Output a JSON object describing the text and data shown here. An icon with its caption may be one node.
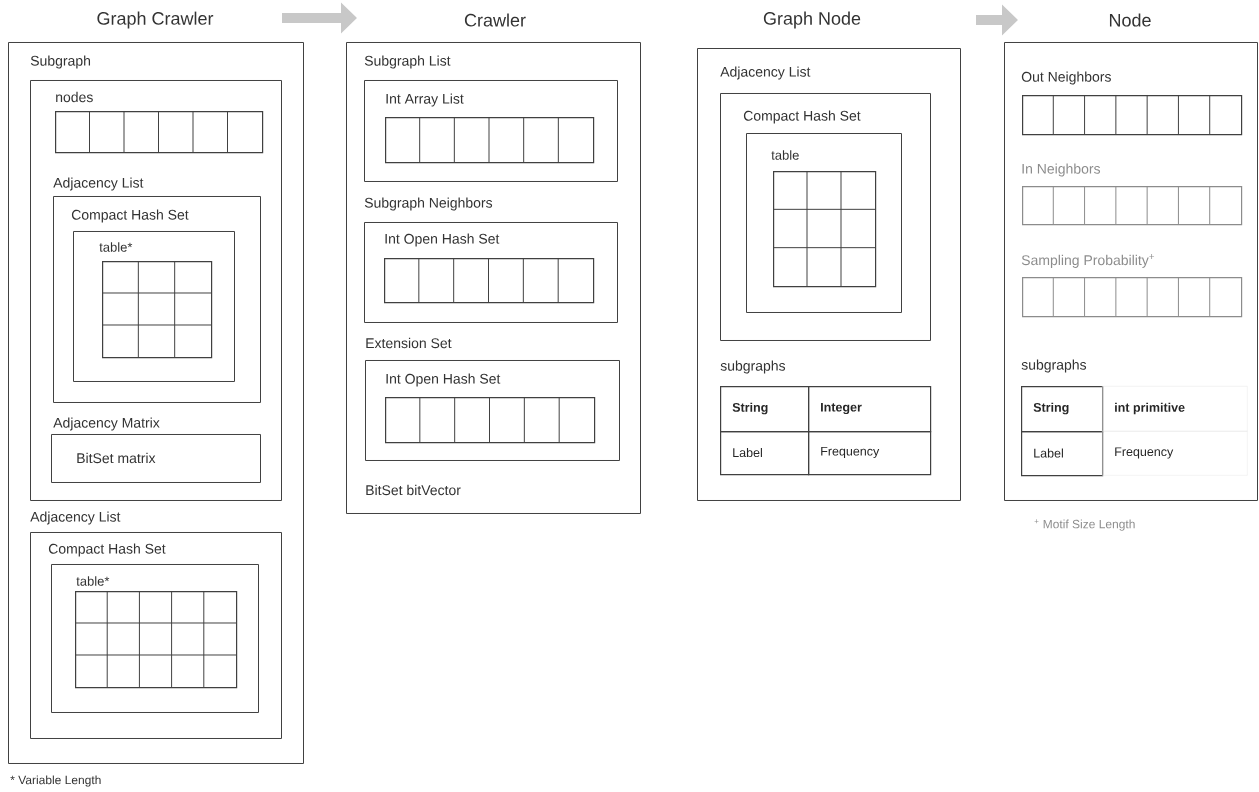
{
  "diagram": {
    "nodes": [
      {
        "text": [
          "Graph Crawler"
        ]
      },
      {
        "text": [
          "Subgraph"
        ],
        "in": 0
      },
      {
        "text": [
          "nodes"
        ],
        "in": 1
      },
      {
        "text": [
          "Adjacency List"
        ],
        "in": 1
      },
      {
        "text": [
          "Compact Hash Set"
        ],
        "in": 3
      },
      {
        "text": [
          "table*"
        ],
        "in": 4
      },
      {
        "text": [
          "Adjacency Matrix",
          "BitSet matrix"
        ],
        "in": 1
      },
      {
        "text": [
          "Adjacency List"
        ],
        "in": 0
      },
      {
        "text": [
          "Compact Hash Set"
        ],
        "in": 7
      },
      {
        "text": [
          "table*"
        ],
        "in": 8
      },
      {
        "text": [
          "Crawler",
          "BitSet bitVector"
        ]
      },
      {
        "text": [
          "Subgraph List"
        ],
        "in": 10
      },
      {
        "text": [
          "Int Array List"
        ],
        "in": 11
      },
      {
        "text": [
          "Subgraph Neighbors"
        ],
        "in": 10
      },
      {
        "text": [
          "Int Open Hash Set"
        ],
        "in": 13
      },
      {
        "text": [
          "Extension Set"
        ],
        "in": 10
      },
      {
        "text": [
          "Int Open Hash Set"
        ],
        "in": 15
      },
      {
        "text": [
          "Graph Node"
        ]
      },
      {
        "text": [
          "Adjacency List"
        ],
        "in": 17
      },
      {
        "text": [
          "Compact Hash Set"
        ],
        "in": 18
      },
      {
        "text": [
          "table"
        ],
        "in": 19
      },
      {
        "text": [
          "subgraphs",
          "String",
          "Integer",
          "Label",
          "Frequency"
        ],
        "in": 17
      },
      {
        "text": [
          "Node"
        ]
      },
      {
        "text": [
          "Out Neighbors"
        ],
        "in": 22
      },
      {
        "text": [
          "In Neighbors"
        ],
        "in": 22
      },
      {
        "text": [
          "Sampling Probability$^{+}$"
        ],
        "in": 22
      },
      {
        "text": [
          "subgraphs",
          "String",
          "int primitive",
          "Label",
          "Frequency"
        ],
        "in": 22
      }
    ],
    "edges": [
      {
        "from": 0,
        "to": 10,
        "arrow": "to"
      },
      {
        "from": 17,
        "to": 22,
        "arrow": "to"
      }
    ],
    "labels": [
      "* Variable Length",
      "$^{+}$ Motif Size Length"
    ]
  }
}
